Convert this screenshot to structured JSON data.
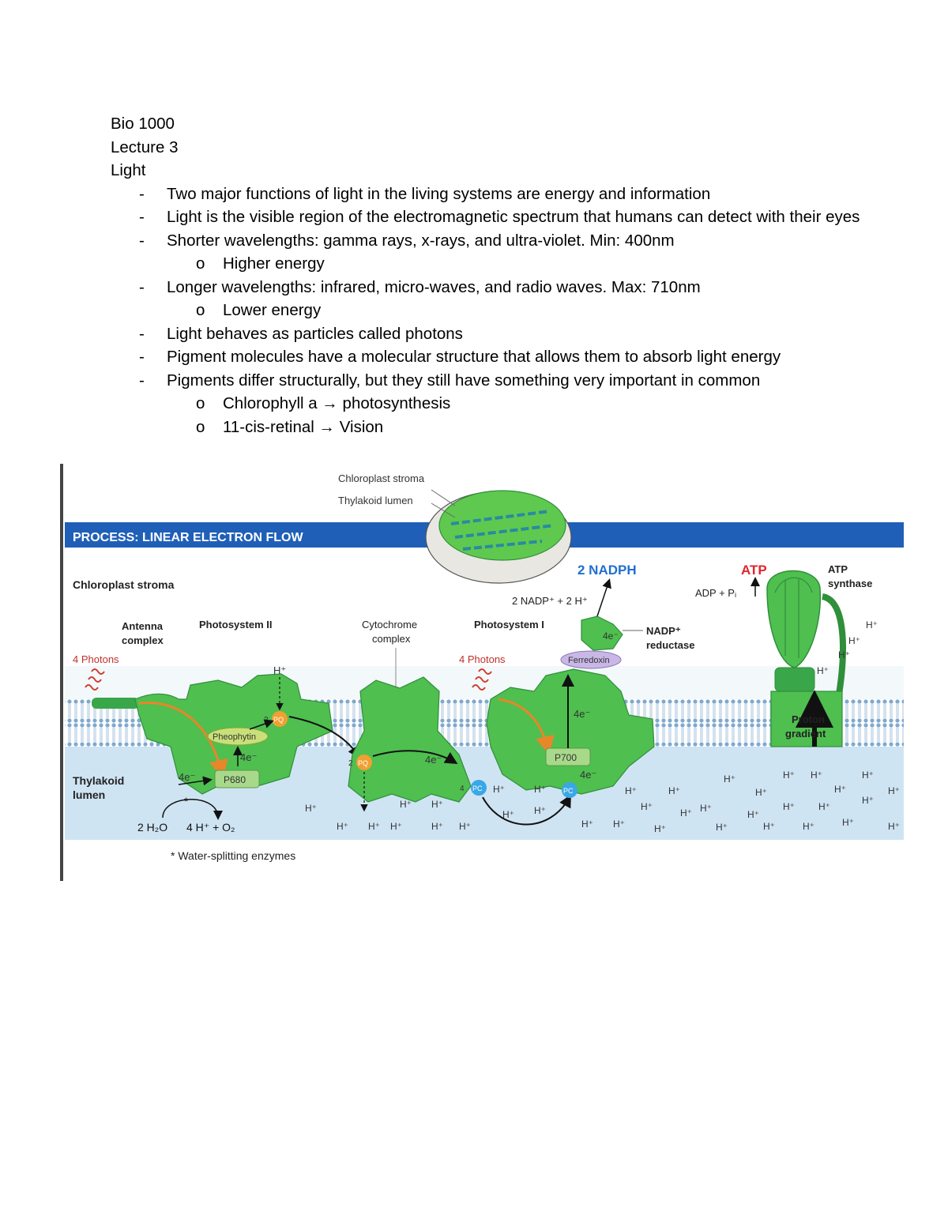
{
  "document": {
    "course": "Bio 1000",
    "lecture": "Lecture 3",
    "topic": "Light",
    "bullets": [
      {
        "text": "Two major functions of light in the living systems are energy and information",
        "subs": []
      },
      {
        "text": "Light is the visible region of the electromagnetic spectrum that humans can detect with their eyes",
        "subs": []
      },
      {
        "text": "Shorter wavelengths: gamma rays, x-rays, and ultra-violet. Min: 400nm",
        "subs": [
          "Higher energy"
        ]
      },
      {
        "text": "Longer wavelengths: infrared, micro-waves, and radio waves. Max: 710nm",
        "subs": [
          "Lower energy"
        ]
      },
      {
        "text": "Light behaves as particles called photons",
        "subs": []
      },
      {
        "text": "Pigment molecules have a molecular structure that allows them to absorb light energy",
        "subs": []
      },
      {
        "text": "Pigments differ structurally, but they still have something very important in common",
        "subs": [
          "Chlorophyll a → photosynthesis",
          "11-cis-retinal → Vision"
        ]
      }
    ],
    "dash": "-",
    "sub_marker": "o"
  },
  "figure": {
    "inset_label_stroma": "Chloroplast stroma",
    "inset_label_lumen": "Thylakoid lumen",
    "banner": "PROCESS: LINEAR ELECTRON FLOW",
    "stroma_label": "Chloroplast stroma",
    "lumen_label": [
      "Thylakoid",
      "lumen"
    ],
    "antenna_label": [
      "Antenna",
      "complex"
    ],
    "photons_1": "4 Photons",
    "photons_2": "4 Photons",
    "psii_label": "Photosystem II",
    "cyt_label": [
      "Cytochrome",
      "complex"
    ],
    "psi_label": "Photosystem I",
    "nadph": "2 NADPH",
    "nadp_eq": "2 NADP⁺ + 2 H⁺",
    "nadp_reductase": [
      "NADP⁺",
      "reductase"
    ],
    "ferredoxin": "Ferredoxin",
    "atp": "ATP",
    "adp": "ADP + Pᵢ",
    "atp_synthase": [
      "ATP",
      "synthase"
    ],
    "pheophytin": "Pheophytin",
    "p680": "P680",
    "p700": "P700",
    "pq_2": "2",
    "pq": "PQ",
    "pc_4": "4",
    "pc": "PC",
    "e4": "4e⁻",
    "proton_gradient": [
      "Proton",
      "gradient"
    ],
    "water": "2 H₂O",
    "products": "4 H⁺ + O₂",
    "star": "*",
    "footnote": "* Water-splitting enzymes",
    "hplus": "H⁺",
    "colors": {
      "banner": "#1f5fb8",
      "stroma": "#ffffff",
      "lumen": "#cfe4f3",
      "protein": "#4fbf4f",
      "protein_dark": "#2f8f3a",
      "electron_orange": "#e8862a",
      "pc_blue": "#3aa7e6",
      "nadph_blue": "#1f6fd0",
      "atp_red": "#e0262c",
      "membrane": "#8db7d9",
      "pheophytin": "#c9e07a",
      "ferredoxin": "#c9b7e6"
    }
  }
}
